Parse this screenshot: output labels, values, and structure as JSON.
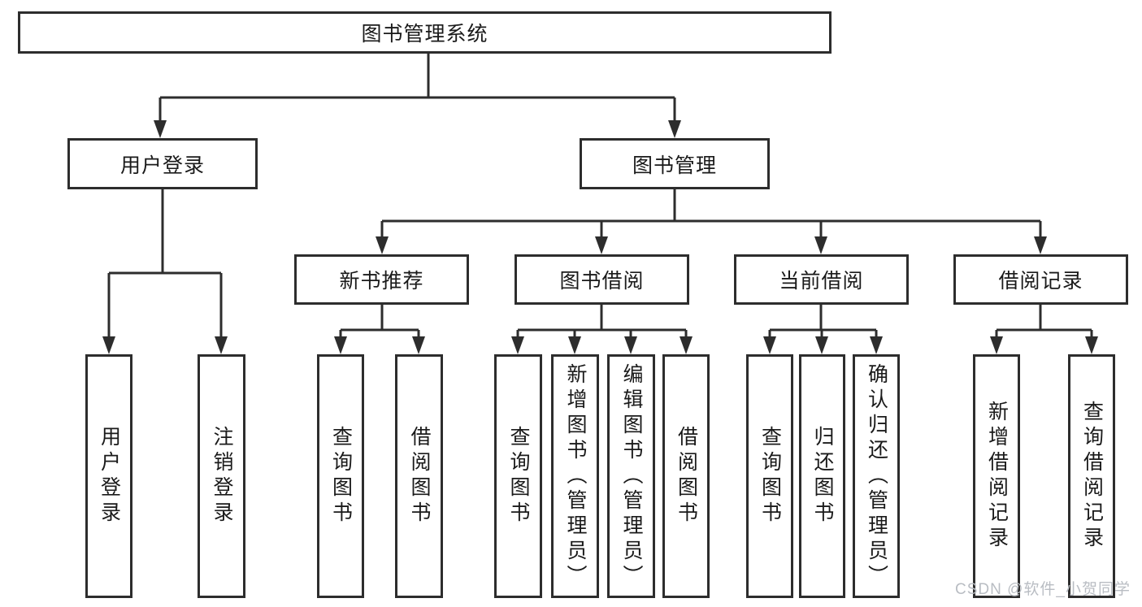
{
  "diagram": {
    "tree": {
      "label": "图书管理系统",
      "children": [
        {
          "label": "用户登录",
          "children": [
            {
              "label": "用户登录"
            },
            {
              "label": "注销登录"
            }
          ]
        },
        {
          "label": "图书管理",
          "children": [
            {
              "label": "新书推荐",
              "children": [
                {
                  "label": "查询图书"
                },
                {
                  "label": "借阅图书"
                }
              ]
            },
            {
              "label": "图书借阅",
              "children": [
                {
                  "label": "查询图书"
                },
                {
                  "label": "新增图书（管理员）"
                },
                {
                  "label": "编辑图书（管理员）"
                },
                {
                  "label": "借阅图书"
                }
              ]
            },
            {
              "label": "当前借阅",
              "children": [
                {
                  "label": "查询图书"
                },
                {
                  "label": "归还图书"
                },
                {
                  "label": "确认归还（管理员）"
                }
              ]
            },
            {
              "label": "借阅记录",
              "children": [
                {
                  "label": "新增借阅记录"
                },
                {
                  "label": "查询借阅记录"
                }
              ]
            }
          ]
        }
      ]
    },
    "colors": {
      "line": "#2d2d2d",
      "text": "#1a1a1a",
      "box_fill": "#ffffff",
      "background": "#ffffff",
      "watermark": "#b9bdc3"
    }
  },
  "watermark": {
    "text": "CSDN @软件_小贺同学"
  }
}
